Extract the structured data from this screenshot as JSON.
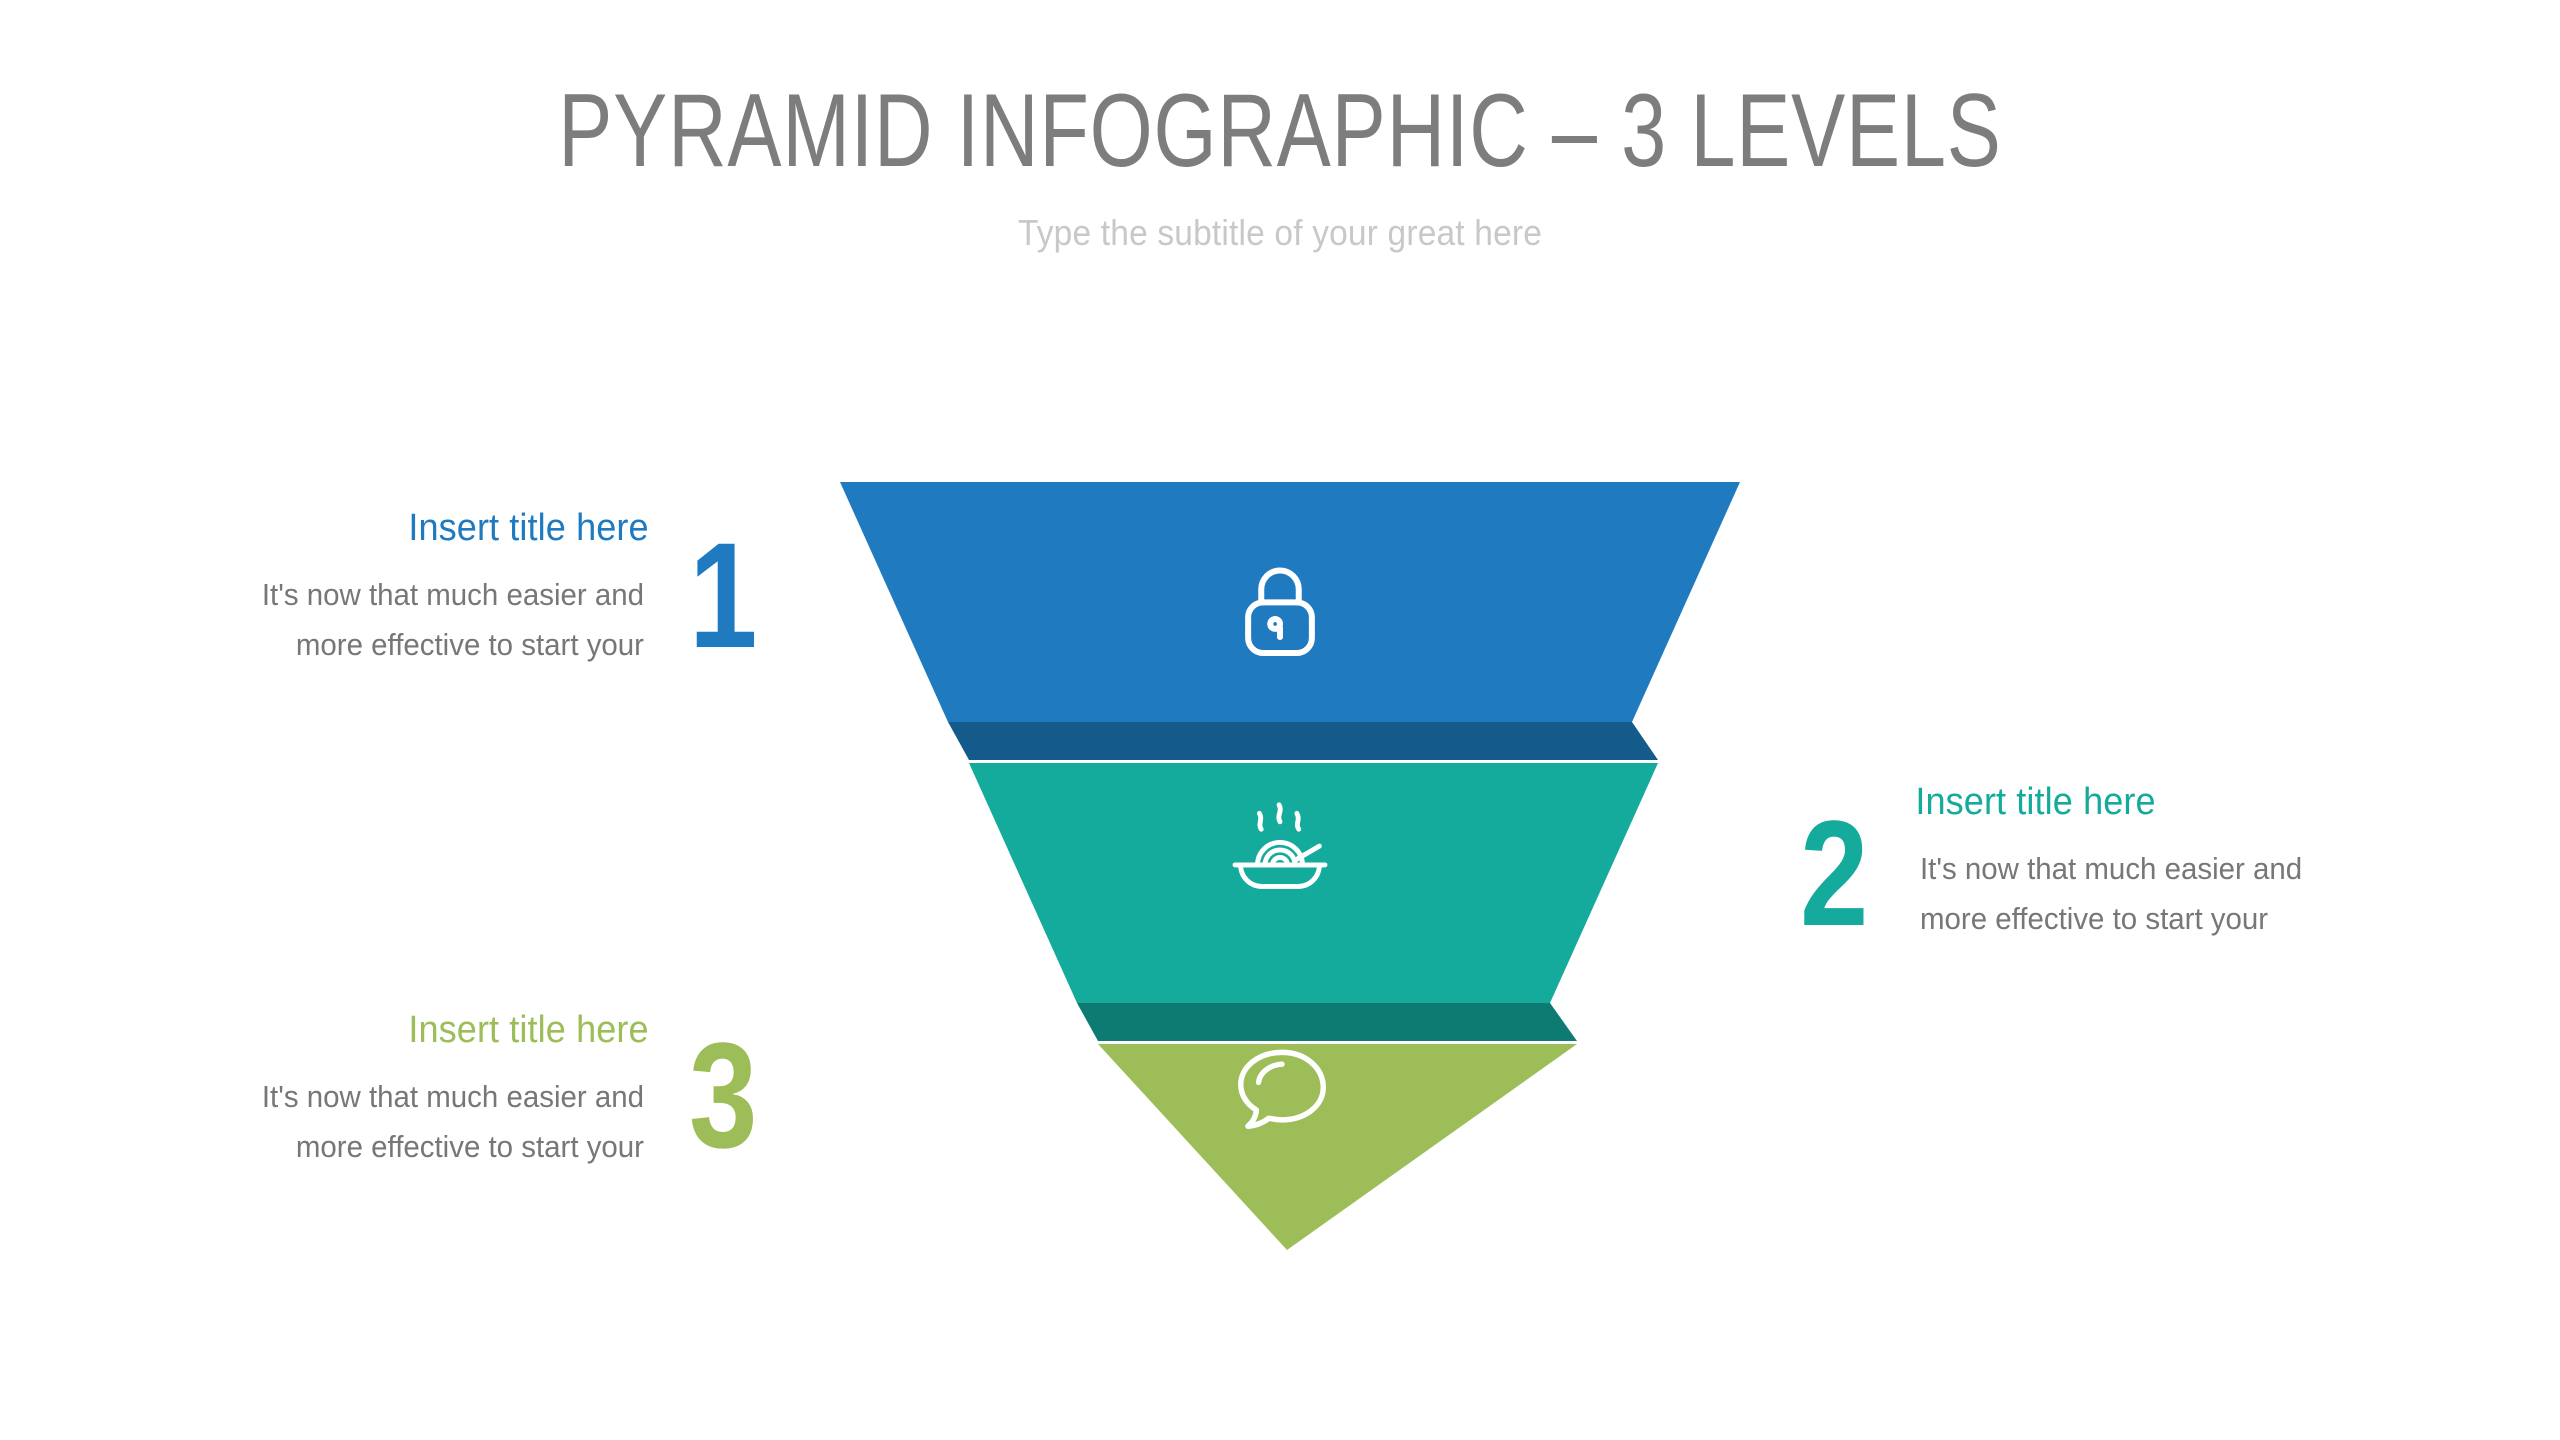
{
  "header": {
    "title": "PYRAMID INFOGRAPHIC – 3 LEVELS",
    "subtitle": "Type the subtitle of your great here",
    "title_color": "#7d7d7d",
    "subtitle_color": "#c8c8c8"
  },
  "chart_data": {
    "type": "pyramid",
    "title": "PYRAMID INFOGRAPHIC – 3 LEVELS",
    "subtitle": "Type the subtitle of your great here",
    "orientation": "inverted",
    "level_count": 3,
    "levels": [
      {
        "number": "1",
        "title": "Insert title here",
        "body": "It's now that much easier and more effective to start your",
        "color": "#1f7ac0",
        "shadow_color": "#145a8a",
        "icon": "lock-icon",
        "side": "left"
      },
      {
        "number": "2",
        "title": "Insert title here",
        "body": "It's now that much easier and more effective to start your",
        "color": "#15ab9c",
        "shadow_color": "#0e7b73",
        "icon": "noodle-bowl-icon",
        "side": "right"
      },
      {
        "number": "3",
        "title": "Insert title here",
        "body": "It's now that much easier and more effective to start your",
        "color": "#9cbd57",
        "shadow_color": "#7f9e3f",
        "icon": "speech-bubble-icon",
        "side": "left"
      }
    ]
  },
  "colors": {
    "background": "#ffffff",
    "body_text": "#777777",
    "level1": "#1f7ac0",
    "level2": "#15ab9c",
    "level3": "#9cbd57"
  }
}
